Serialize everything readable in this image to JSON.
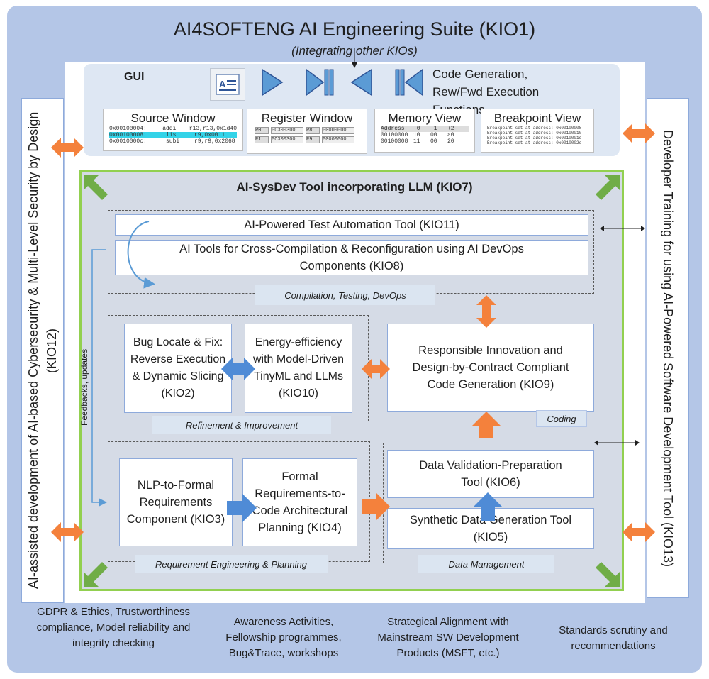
{
  "header": {
    "title": "AI4SOFTENG AI Engineering Suite (KIO1)",
    "subtitle": "(Integrating other KIOs)"
  },
  "left_sidebar": {
    "text": "AI-assisted development of AI-based Cybersecurity & Multi-Level Security by Design (KIO12)"
  },
  "right_sidebar": {
    "text": "Developer Training for using AI-Powered Software Development Tool (KIO13)"
  },
  "gui": {
    "label": "GUI",
    "functions_text": "Code Generation, Rew/Fwd Execution Functions",
    "windows": {
      "source": {
        "title": "Source Window",
        "rows": [
          {
            "addr": "0x00100004:",
            "op": "addi",
            "args": "r13,r13,0x1d40"
          },
          {
            "addr": "0x00100008:",
            "op": "lis",
            "args": "r9,0x0011"
          },
          {
            "addr": "0x0010000c:",
            "op": "subi",
            "args": "r9,r9,0x2068"
          }
        ]
      },
      "register": {
        "title": "Register Window",
        "cells": [
          "R0",
          "0C300300",
          "R8",
          "00000000",
          "R1",
          "0C300300",
          "R9",
          "00000000"
        ]
      },
      "memory": {
        "title": "Memory View",
        "header": [
          "Address",
          "+0",
          "+1",
          "+2"
        ],
        "rows": [
          [
            "00100000",
            "10",
            "00",
            "a0"
          ],
          [
            "00100008",
            "11",
            "00",
            "20"
          ]
        ]
      },
      "breakpoint": {
        "title": "Breakpoint View",
        "lines": [
          "Breakpoint set at address: 0x00100008",
          "Breakpoint set at address: 0x00100010",
          "Breakpoint set at address: 0x0010001c",
          "Breakpoint set at address: 0x0010002c"
        ]
      }
    }
  },
  "kio7": {
    "title": "AI-SysDev Tool incorporating LLM (KIO7)"
  },
  "compilation_group": {
    "caption": "Compilation, Testing, DevOps",
    "kio11": "AI-Powered Test Automation Tool (KIO11)",
    "kio8": "AI Tools for Cross-Compilation & Reconfiguration using AI DevOps Components (KIO8)"
  },
  "refinement_group": {
    "caption": "Refinement & Improvement",
    "kio2": "Bug Locate & Fix: Reverse Execution & Dynamic Slicing (KIO2)",
    "kio10": "Energy-efficiency with Model-Driven TinyML and LLMs (KIO10)"
  },
  "coding": {
    "caption": "Coding",
    "kio9": "Responsible Innovation and Design-by-Contract Compliant Code Generation (KIO9)"
  },
  "requirements_group": {
    "caption": "Requirement Engineering & Planning",
    "kio3": "NLP-to-Formal Requirements Component (KIO3)",
    "kio4": "Formal Requirements-to-Code Architectural Planning (KIO4)"
  },
  "data_group": {
    "caption": "Data Management",
    "kio6": "Data Validation-Preparation Tool (KIO6)",
    "kio5": "Synthetic Data Generation Tool (KIO5)"
  },
  "feedback_label": "Feedbacks, updates",
  "bottom": {
    "item1": "GDPR & Ethics, Trustworthiness compliance, Model reliability and integrity checking",
    "item2": "Awareness Activities, Fellowship programmes, Bug&Trace, workshops",
    "item3": "Strategical Alignment with Mainstream SW Development Products (MSFT, etc.)",
    "item4": "Standards scrutiny and recommendations"
  },
  "colors": {
    "outer_bg": "#b4c6e7",
    "orange_arrow": "#f4813c",
    "blue_arrow": "#4f8bd6",
    "green_arrow": "#70ad47",
    "green_border": "#92d050"
  }
}
